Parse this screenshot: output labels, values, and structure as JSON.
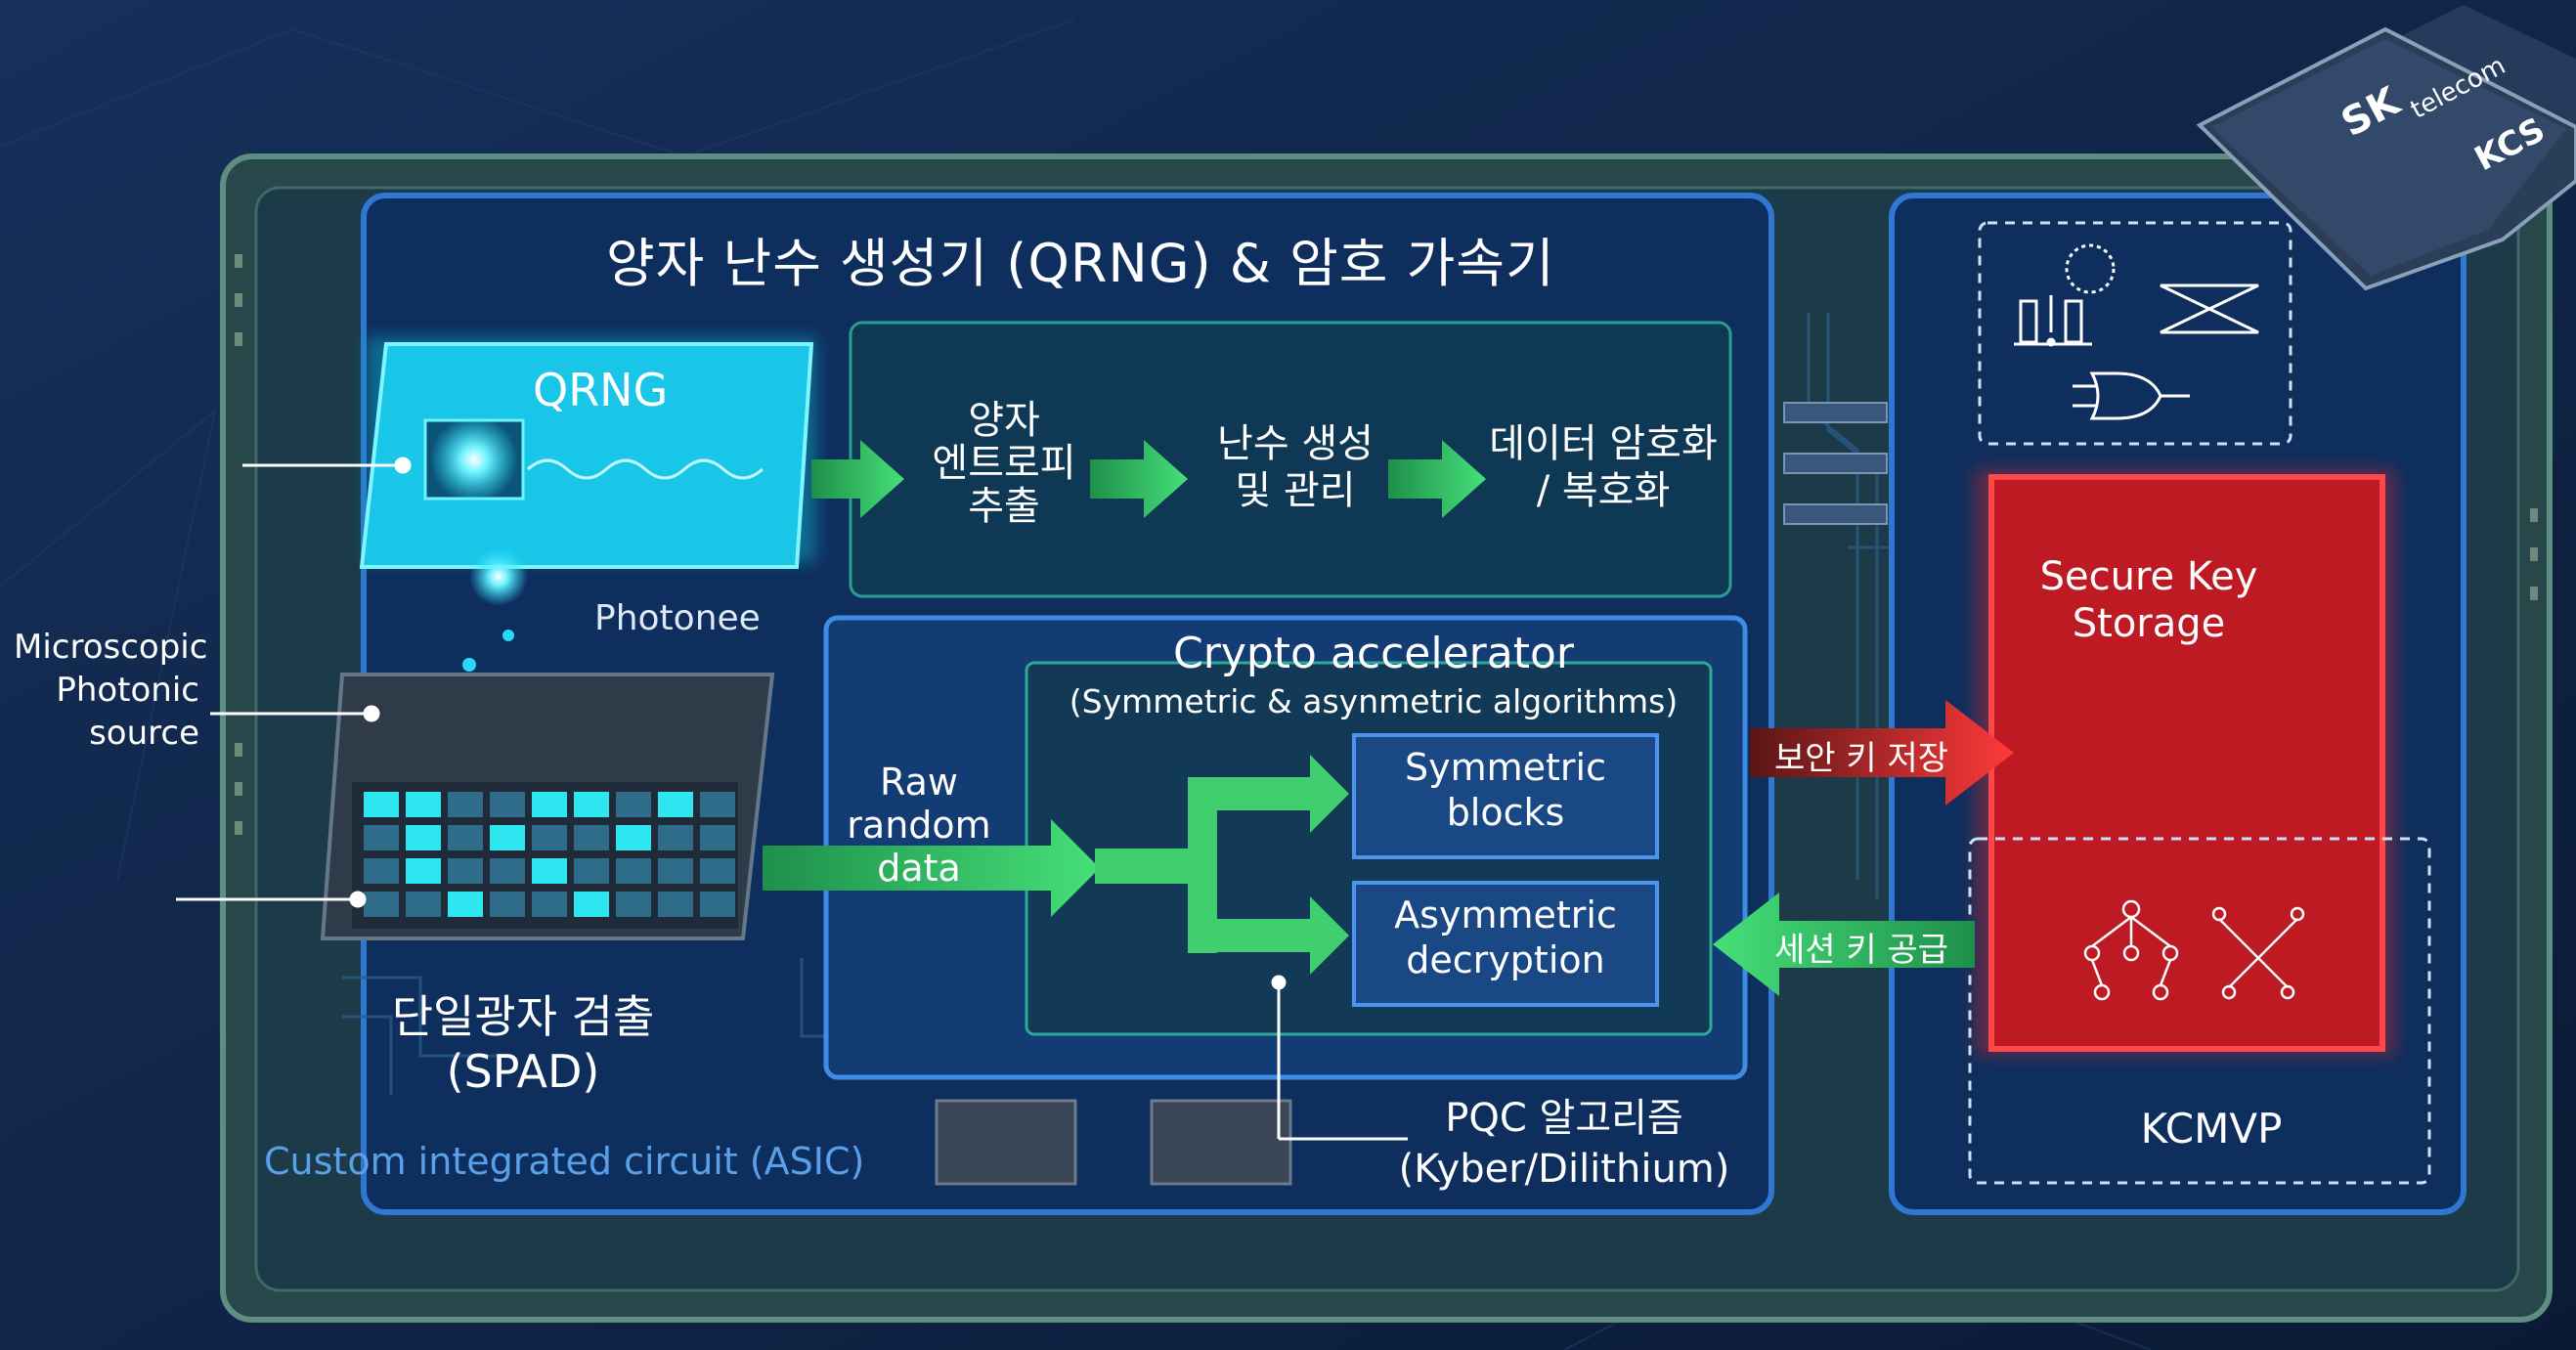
{
  "chip_badge": {
    "brand": "SK",
    "sub": "telecom",
    "cert": "KCS"
  },
  "main_title": "양자 난수 생성기 (QRNG) & 암호 가속기",
  "qrng": {
    "label": "QRNG",
    "photonee": "Photonee"
  },
  "pipeline": {
    "step1": [
      "양자",
      "엔트로피",
      "추출"
    ],
    "step2": [
      "난수 생성",
      "및 관리"
    ],
    "step3": [
      "데이터 암호화",
      "/ 복호화"
    ]
  },
  "microscopic_label": [
    "Microscopic",
    "Photonic",
    "source"
  ],
  "spad_label": [
    "단일광자 검출",
    "(SPAD)"
  ],
  "asic_label": "Custom integrated circuit (ASIC)",
  "crypto": {
    "title": "Crypto accelerator",
    "subtitle": "(Symmetric & asynmetric algorithms)",
    "raw": [
      "Raw",
      "random",
      "data"
    ],
    "symmetric": [
      "Symmetric",
      "blocks"
    ],
    "asymmetric": [
      "Asymmetric",
      "decryption"
    ]
  },
  "pqc": [
    "PQC 알고리즘",
    "(Kyber/Dilithium)"
  ],
  "key_arrow_store": "보안 키 저장",
  "key_arrow_supply": "세션 키 공급",
  "secure_storage": [
    "Secure Key",
    "Storage"
  ],
  "kcmvp": "KCMVP",
  "colors": {
    "background": "#0d1e3c",
    "board": "#2b4f4c",
    "panel": "#0f2d5c",
    "cyan": "#22e6ff",
    "green": "#35c96b",
    "red": "#ff2b2b"
  }
}
